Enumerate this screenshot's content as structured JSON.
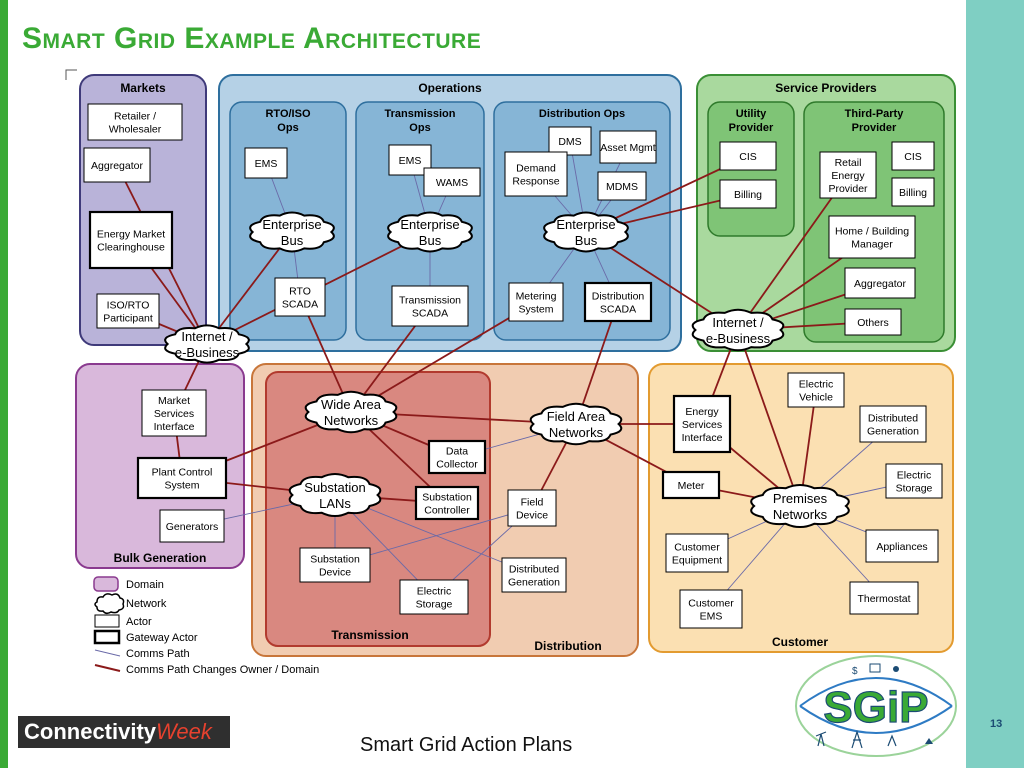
{
  "slide": {
    "title": "Smart Grid Example Architecture",
    "footer": "Smart Grid Action Plans",
    "page_number": "13",
    "logo_left": {
      "part1": "Connectivity",
      "part2": "Week"
    },
    "logo_right": {
      "text": "SGiP"
    }
  },
  "colors": {
    "accent_green": "#3aaa35",
    "right_bar": "#7fcfc3",
    "markets": "#b9b3d9",
    "operations": "#b5d1e6",
    "ops_sub": "#86b5d6",
    "service_providers": "#a9d99e",
    "sp_sub": "#7fc476",
    "bulk_generation": "#d9b8db",
    "transmission": "#d98880",
    "distribution": "#f1ccb1",
    "customer": "#fbe0b2",
    "owner_change_path": "#8b1a1a",
    "comms_path": "#6a6aa8"
  },
  "diagram": {
    "domains": {
      "markets": "Markets",
      "operations": "Operations",
      "rto_iso": "RTO/ISO Ops",
      "transmission_ops": "Transmission Ops",
      "distribution_ops": "Distribution Ops",
      "service_providers": "Service Providers",
      "utility_provider": "Utility Provider",
      "third_party": "Third-Party Provider",
      "bulk_generation": "Bulk Generation",
      "transmission": "Transmission",
      "distribution": "Distribution",
      "customer": "Customer"
    },
    "networks": {
      "internet_left": "Internet / e-Business",
      "eb_rto": "Enterprise Bus",
      "eb_trans": "Enterprise Bus",
      "eb_dist": "Enterprise Bus",
      "internet_right": "Internet / e-Business",
      "wan": "Wide Area Networks",
      "substation_lans": "Substation LANs",
      "fan": "Field Area Networks",
      "premises": "Premises Networks"
    },
    "nodes": {
      "retailer": "Retailer / Wholesaler",
      "aggregator_m": "Aggregator",
      "clearinghouse": "Energy Market Clearinghouse",
      "iso_rto": "ISO/RTO Participant",
      "ems_rto": "EMS",
      "rto_scada": "RTO SCADA",
      "ems_trans": "EMS",
      "wams": "WAMS",
      "trans_scada": "Transmission SCADA",
      "dms": "DMS",
      "asset_mgmt": "Asset Mgmt",
      "demand_response": "Demand Response",
      "mdms": "MDMS",
      "metering_system": "Metering System",
      "dist_scada": "Distribution SCADA",
      "cis_u": "CIS",
      "billing_u": "Billing",
      "retail_ep": "Retail Energy Provider",
      "cis_t": "CIS",
      "billing_t": "Billing",
      "hbm": "Home / Building Manager",
      "aggregator_sp": "Aggregator",
      "others": "Others",
      "msi": "Market Services Interface",
      "pcs": "Plant Control System",
      "generators": "Generators",
      "data_collector": "Data Collector",
      "sub_controller": "Substation Controller",
      "sub_device": "Substation Device",
      "electric_storage_t": "Electric Storage",
      "field_device": "Field Device",
      "dist_gen_d": "Distributed Generation",
      "esi": "Energy Services Interface",
      "meter": "Meter",
      "ev": "Electric Vehicle",
      "dist_gen_c": "Distributed Generation",
      "elec_storage_c": "Electric Storage",
      "appliances": "Appliances",
      "thermostat": "Thermostat",
      "cust_equip": "Customer Equipment",
      "cust_ems": "Customer EMS"
    },
    "legend": {
      "domain": "Domain",
      "network": "Network",
      "actor": "Actor",
      "gateway": "Gateway Actor",
      "comms": "Comms Path",
      "comms_change": "Comms Path Changes Owner / Domain"
    }
  }
}
